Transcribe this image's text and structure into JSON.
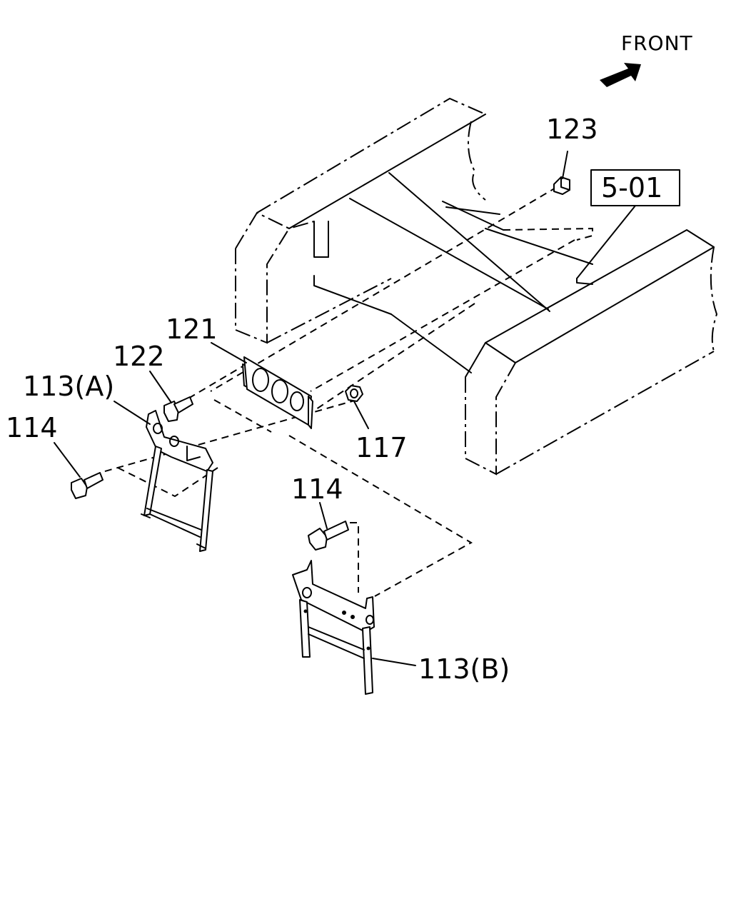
{
  "direction_label": "FRONT",
  "reference_box": "5-01",
  "callouts": {
    "c123": "123",
    "c121": "121",
    "c122": "122",
    "c113a": "113(A)",
    "c114_left": "114",
    "c117": "117",
    "c114_center": "114",
    "c113b": "113(B)"
  }
}
